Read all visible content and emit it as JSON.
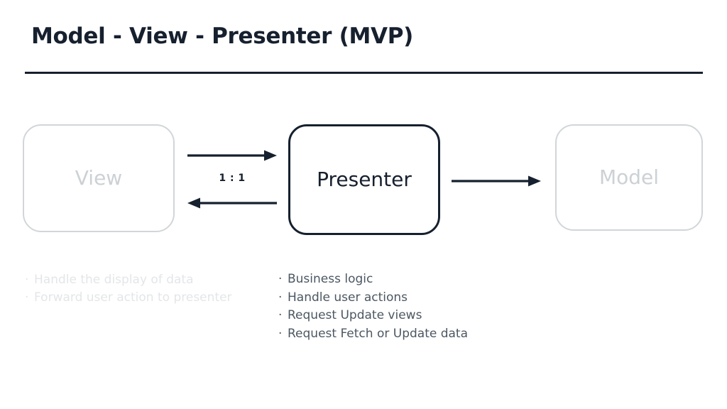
{
  "slide": {
    "title": "Model - View - Presenter (MVP)",
    "accent_color": "#16202e",
    "dim_color": "#ccd1d5",
    "note_color": "#4c5762"
  },
  "diagram": {
    "nodes": [
      {
        "id": "view",
        "label": "View",
        "state": "dimmed"
      },
      {
        "id": "presenter",
        "label": "Presenter",
        "state": "highlighted"
      },
      {
        "id": "model",
        "label": "Model",
        "state": "dimmed"
      }
    ],
    "connections": [
      {
        "id": "view-to-presenter",
        "from": "View",
        "to": "Presenter",
        "direction": "right"
      },
      {
        "id": "presenter-to-view",
        "from": "Presenter",
        "to": "View",
        "direction": "left"
      },
      {
        "id": "presenter-to-model",
        "from": "Presenter",
        "to": "Model",
        "direction": "right"
      }
    ],
    "ratio_label": "1 : 1"
  },
  "notes": {
    "view": {
      "bullet": "·",
      "items": [
        "Handle the display of data",
        "Forward user action to presenter"
      ]
    },
    "presenter": {
      "bullet": "·",
      "items": [
        "Business logic",
        "Handle user actions",
        "Request Update views",
        "Request Fetch or Update data"
      ]
    }
  }
}
